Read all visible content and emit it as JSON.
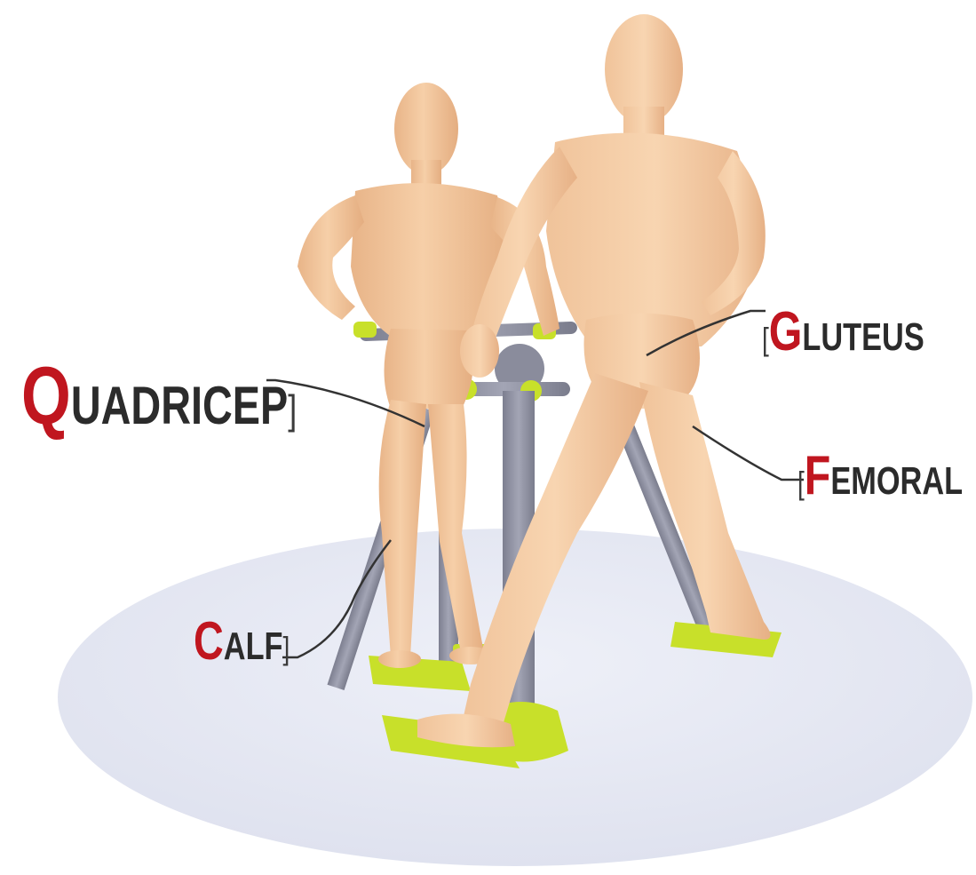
{
  "labels": {
    "quadricep": {
      "initial": "Q",
      "rest": "UADRICEP"
    },
    "gluteus": {
      "initial": "G",
      "rest": "LUTEUS"
    },
    "femoral": {
      "initial": "F",
      "rest": "EMORAL"
    },
    "calf": {
      "initial": "C",
      "rest": "ALF"
    }
  },
  "colors": {
    "label_initial": "#c0161f",
    "label_text": "#2b2b2b",
    "skin": "#f3c49b",
    "frame": "#8e90a0",
    "pedal": "#c8e02a",
    "floor_disc": "#e6e8f3"
  }
}
